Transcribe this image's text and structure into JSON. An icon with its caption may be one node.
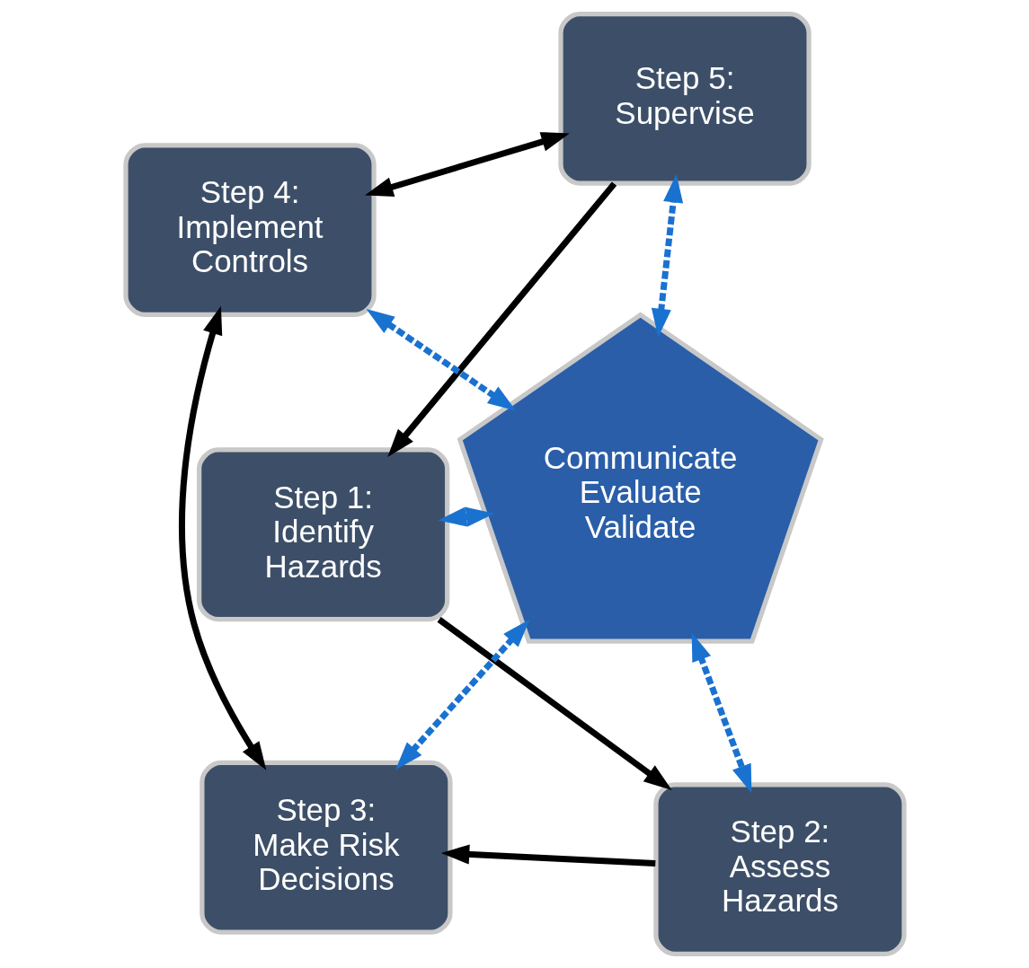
{
  "diagram": {
    "nodes": [
      {
        "text": [
          "Step 1: Identify Hazards"
        ]
      },
      {
        "text": [
          "Step 2: Assess Hazards"
        ]
      },
      {
        "text": [
          "Step 3: Make Risk Decisions"
        ]
      },
      {
        "text": [
          "Step 4: Implement Controls"
        ]
      },
      {
        "text": [
          "Step 5: Supervise"
        ]
      },
      {
        "text": [
          "Communicate Evaluate Validate"
        ]
      }
    ],
    "edges": [
      {
        "from": 0,
        "to": 1,
        "arrow": "to"
      },
      {
        "from": 1,
        "to": 2,
        "arrow": "to"
      },
      {
        "from": 2,
        "to": 3,
        "arrow": "both"
      },
      {
        "from": 3,
        "to": 4,
        "arrow": "both"
      },
      {
        "from": 4,
        "to": 0,
        "arrow": "to"
      },
      {
        "from": 5,
        "to": 0,
        "arrow": "both",
        "style": "dashed",
        "color": "#1a72d0"
      },
      {
        "from": 5,
        "to": 1,
        "arrow": "both",
        "style": "dashed",
        "color": "#1a72d0"
      },
      {
        "from": 5,
        "to": 2,
        "arrow": "both",
        "style": "dashed",
        "color": "#1a72d0"
      },
      {
        "from": 5,
        "to": 3,
        "arrow": "both",
        "style": "dashed",
        "color": "#1a72d0"
      },
      {
        "from": 5,
        "to": 4,
        "arrow": "both",
        "style": "dashed",
        "color": "#1a72d0"
      }
    ]
  }
}
